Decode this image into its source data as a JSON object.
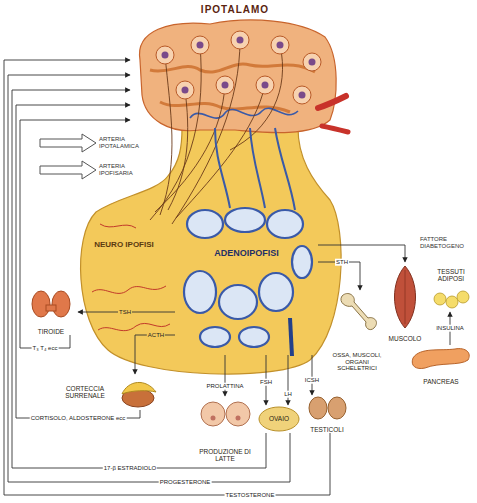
{
  "diagram": {
    "nodes": [
      {
        "text": [
          "IPOTALAMO"
        ]
      },
      {
        "text": [
          "NEURO IPOFISI"
        ]
      },
      {
        "text": [
          "ADENOIPOFISI"
        ]
      },
      {
        "text": [
          "TIROIDE"
        ]
      },
      {
        "text": [
          "CORTECCIA SURRENALE"
        ]
      },
      {
        "text": [
          "MUSCOLO"
        ]
      },
      {
        "text": [
          "TESSUTI ADIPOSI"
        ]
      },
      {
        "text": [
          "OSSA, MUSCOLI, ORGANI SCHELETRICI"
        ]
      },
      {
        "text": [
          "PANCREAS"
        ]
      },
      {
        "text": [
          "PRODUZIONE DI LATTE"
        ]
      },
      {
        "text": [
          "OVAIO"
        ]
      },
      {
        "text": [
          "TESTICOLI"
        ]
      }
    ],
    "edges": [
      {
        "from": 2,
        "to": 3,
        "label": "TSH",
        "arrow": "to"
      },
      {
        "from": 2,
        "to": 4,
        "label": "ACTH",
        "arrow": "to"
      },
      {
        "from": 2,
        "to": 7,
        "label": "STH",
        "arrow": "to"
      },
      {
        "from": 2,
        "to": 5,
        "arrow": "to"
      },
      {
        "from": 2,
        "to": 9,
        "label": "PROLATTINA",
        "arrow": "to"
      },
      {
        "from": 2,
        "to": 10,
        "label": "FSH",
        "arrow": "to"
      },
      {
        "from": 2,
        "to": 10,
        "label": "LH",
        "arrow": "to"
      },
      {
        "from": 2,
        "to": 11,
        "label": "ICSH",
        "arrow": "to"
      },
      {
        "from": 8,
        "to": 6,
        "label": "INSULINA",
        "arrow": "to"
      },
      {
        "from": 3,
        "to": 0,
        "label": "T₃ T₄ ecc",
        "arrow": "to"
      },
      {
        "from": 4,
        "to": 0,
        "label": "CORTISOLO, ALDOSTERONE ecc",
        "arrow": "to"
      },
      {
        "from": 10,
        "to": 0,
        "label": "17-β ESTRADIOLO",
        "arrow": "to"
      },
      {
        "from": 10,
        "to": 0,
        "label": "PROGESTERONE",
        "arrow": "to"
      },
      {
        "from": 11,
        "to": 0,
        "label": "TESTOSTERONE",
        "arrow": "to"
      }
    ],
    "labels": [
      "ARTERIA IPOTALAMICA",
      "ARTERIA IPOFISARIA",
      "FATTORE DIABETOGENO"
    ]
  }
}
